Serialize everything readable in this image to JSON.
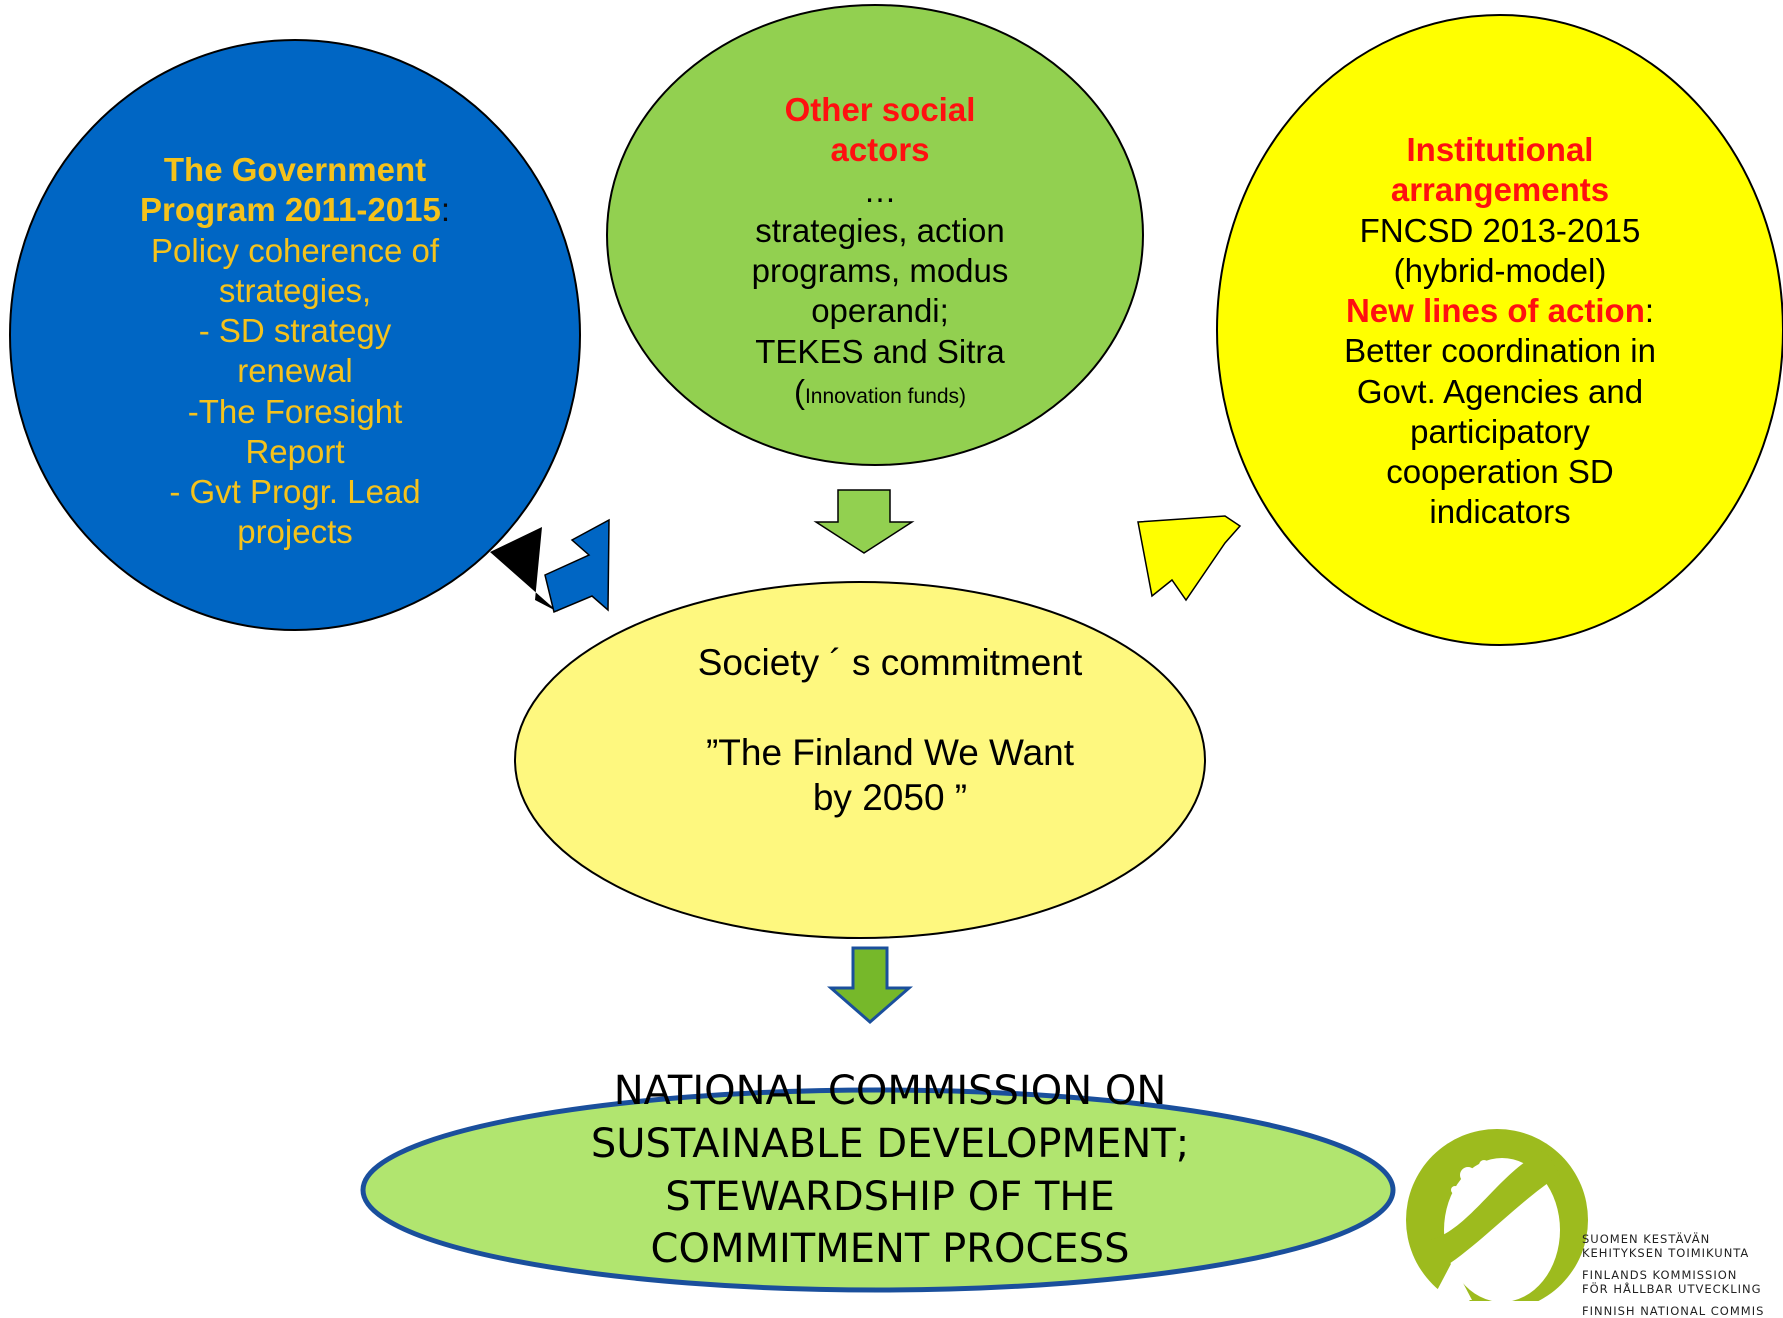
{
  "government": {
    "title_line1": "The Government",
    "title_line2": "Program 2011-2015",
    "title_suffix": ":",
    "lines": [
      "Policy coherence of",
      "strategies,",
      "- SD strategy",
      "renewal",
      "-The Foresight",
      "Report",
      "- Gvt Progr. Lead",
      "projects"
    ]
  },
  "other_actors": {
    "title_line1": "Other social",
    "title_line2": "actors",
    "ellipsis": "…",
    "lines": [
      "strategies, action",
      "programs, modus",
      "operandi;",
      "TEKES and Sitra"
    ],
    "paren": "(",
    "small": "Innovation funds)"
  },
  "institutional": {
    "title_line1": "Institutional",
    "title_line2": "arrangements",
    "lines": [
      "FNCSD 2013-2015",
      "(hybrid-model)"
    ],
    "new_lines_label": "New lines of action",
    "new_lines_suffix": ":",
    "lines2": [
      "Better coordination in",
      "Govt. Agencies and",
      "participatory",
      "cooperation SD",
      "indicators"
    ]
  },
  "society": {
    "line1": "Society ´ s commitment",
    "line2": "”The Finland We Want",
    "line3": "by 2050 ”"
  },
  "commission": {
    "lines": [
      "NATIONAL COMMISSION ON",
      "SUSTAINABLE DEVELOPMENT;",
      "STEWARDSHIP OF THE",
      "COMMITMENT PROCESS"
    ]
  },
  "logo": {
    "lines": [
      "SUOMEN KESTÄVÄN",
      "KEHITYKSEN TOIMIKUNTA",
      "FINLANDS KOMMISSION",
      "FÖR HÅLLBAR UTVECKLING",
      "FINNISH NATIONAL COMMIS"
    ]
  },
  "colors": {
    "government_fill": "#0066c4",
    "government_text": "#f5c21b",
    "other_fill": "#92d050",
    "institutional_fill": "#ffff00",
    "society_fill": "#fef87f",
    "commission_fill": "#b1e56f",
    "commission_stroke": "#1a4f9c",
    "accent_red": "#ff1010",
    "logo_green": "#9dbb1e"
  }
}
